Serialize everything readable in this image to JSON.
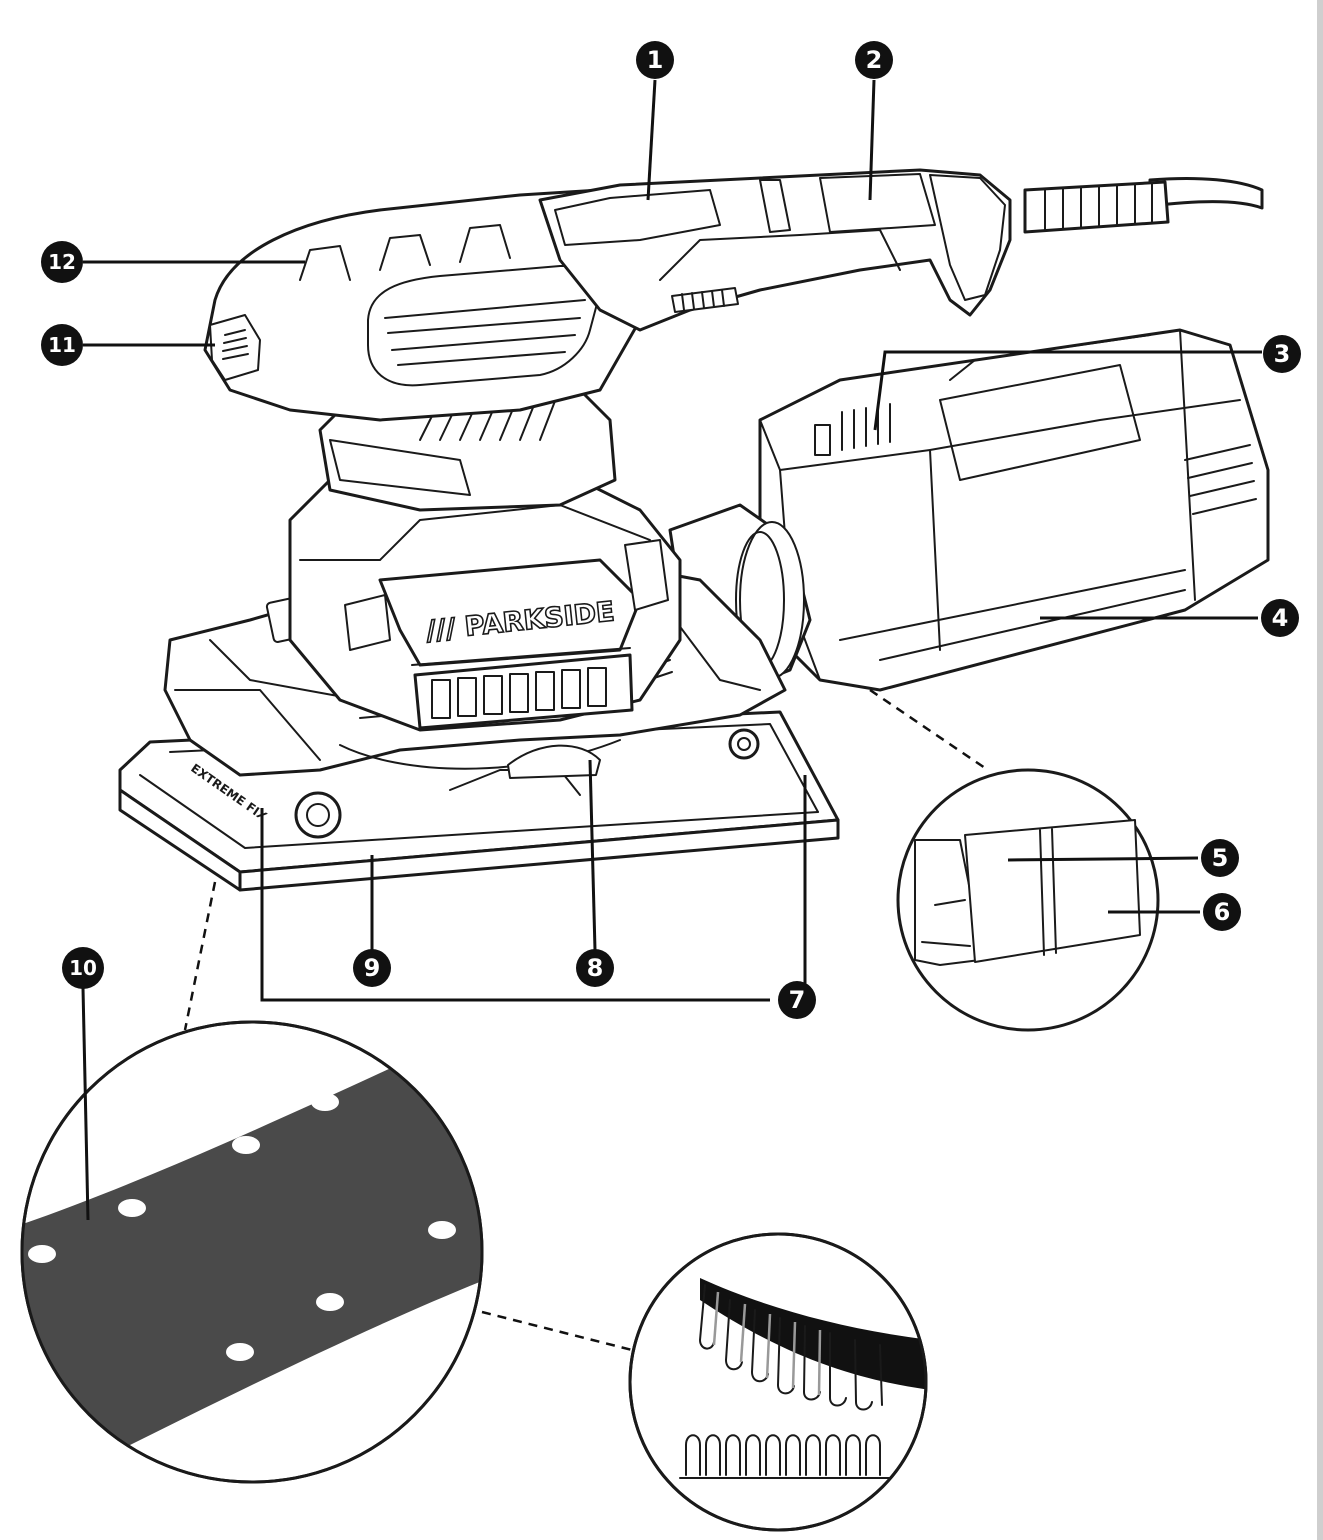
{
  "product": {
    "brand_label": "/// PARKSIDE",
    "base_label": "EXTREME FIX"
  },
  "callouts": [
    {
      "id": "c1",
      "label": "1"
    },
    {
      "id": "c2",
      "label": "2"
    },
    {
      "id": "c3",
      "label": "3"
    },
    {
      "id": "c4",
      "label": "4"
    },
    {
      "id": "c5",
      "label": "5"
    },
    {
      "id": "c6",
      "label": "6"
    },
    {
      "id": "c7",
      "label": "7"
    },
    {
      "id": "c8",
      "label": "8"
    },
    {
      "id": "c9",
      "label": "9"
    },
    {
      "id": "c10",
      "label": "10"
    },
    {
      "id": "c11",
      "label": "11"
    },
    {
      "id": "c12",
      "label": "12"
    }
  ],
  "colors": {
    "ink": "#1a1a1a",
    "sandpaper": "#4a4a4a",
    "background": "#ffffff"
  }
}
